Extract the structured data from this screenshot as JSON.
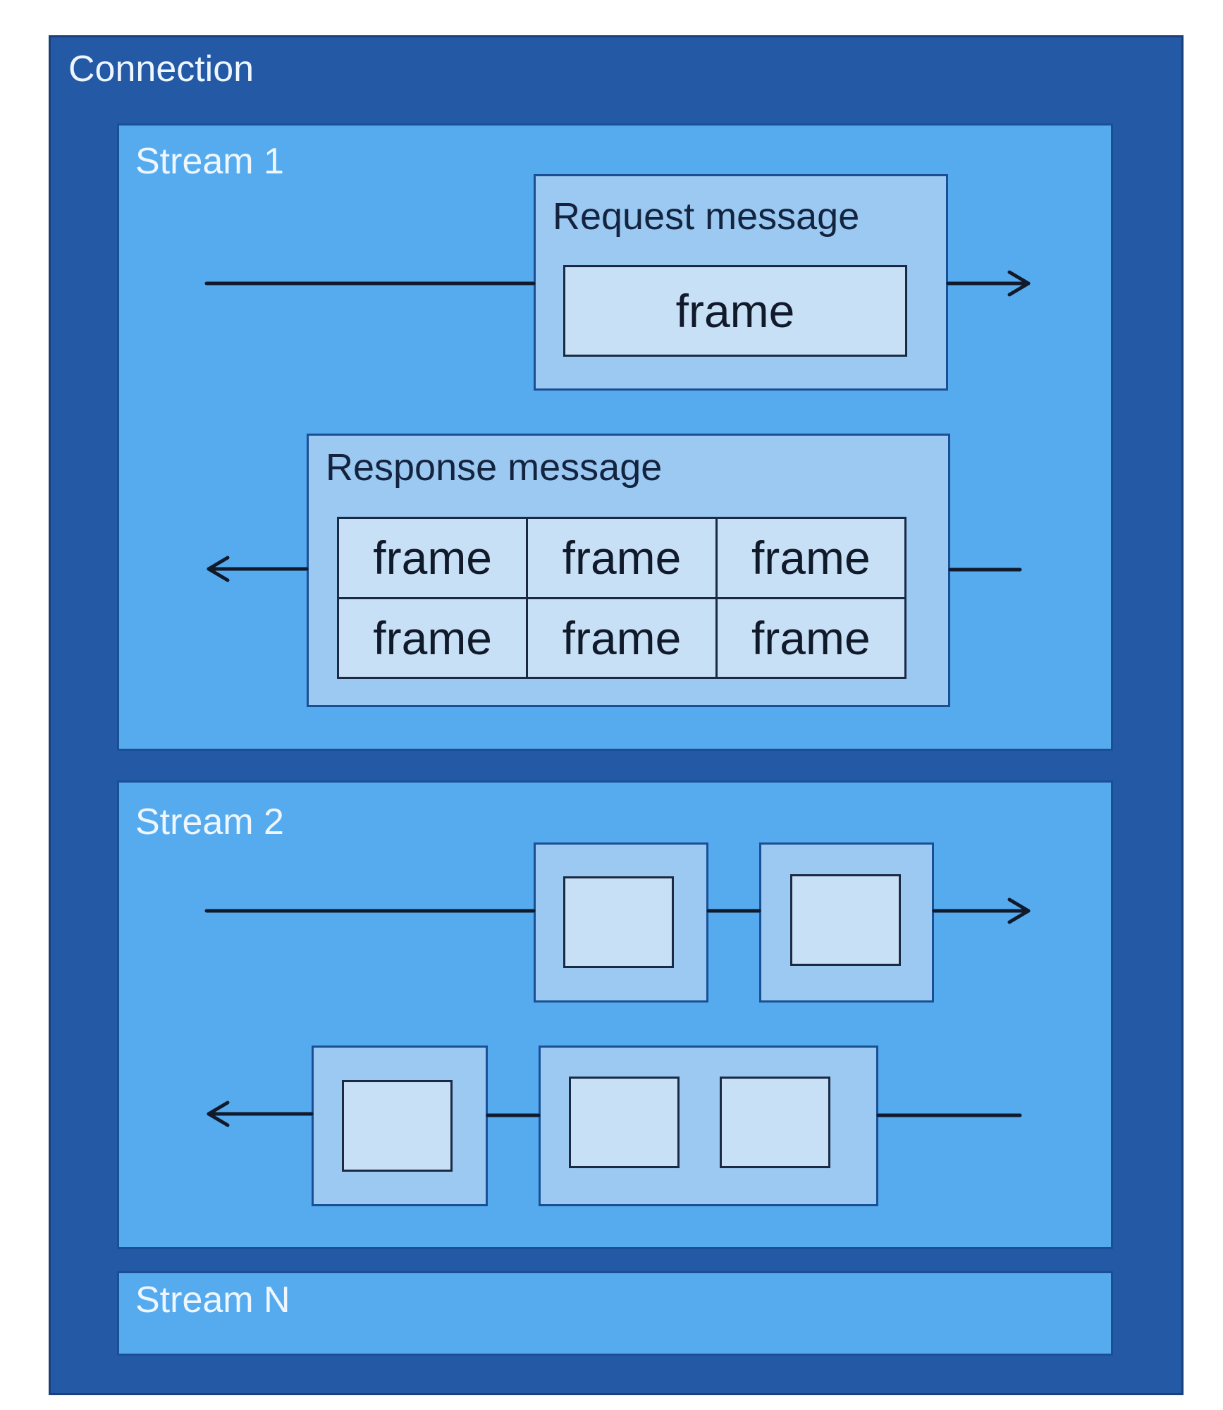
{
  "connection": {
    "label": "Connection"
  },
  "stream1": {
    "label": "Stream 1",
    "request": {
      "label": "Request message",
      "frame": "frame"
    },
    "response": {
      "label": "Response message",
      "frames": [
        "frame",
        "frame",
        "frame",
        "frame",
        "frame",
        "frame"
      ]
    }
  },
  "stream2": {
    "label": "Stream 2"
  },
  "streamN": {
    "label": "Stream N"
  },
  "colors": {
    "connection": "#2459a6",
    "stream": "#56abef",
    "message": "#9bc9f2",
    "frame": "#c8e0f6",
    "line": "#111a2b"
  }
}
